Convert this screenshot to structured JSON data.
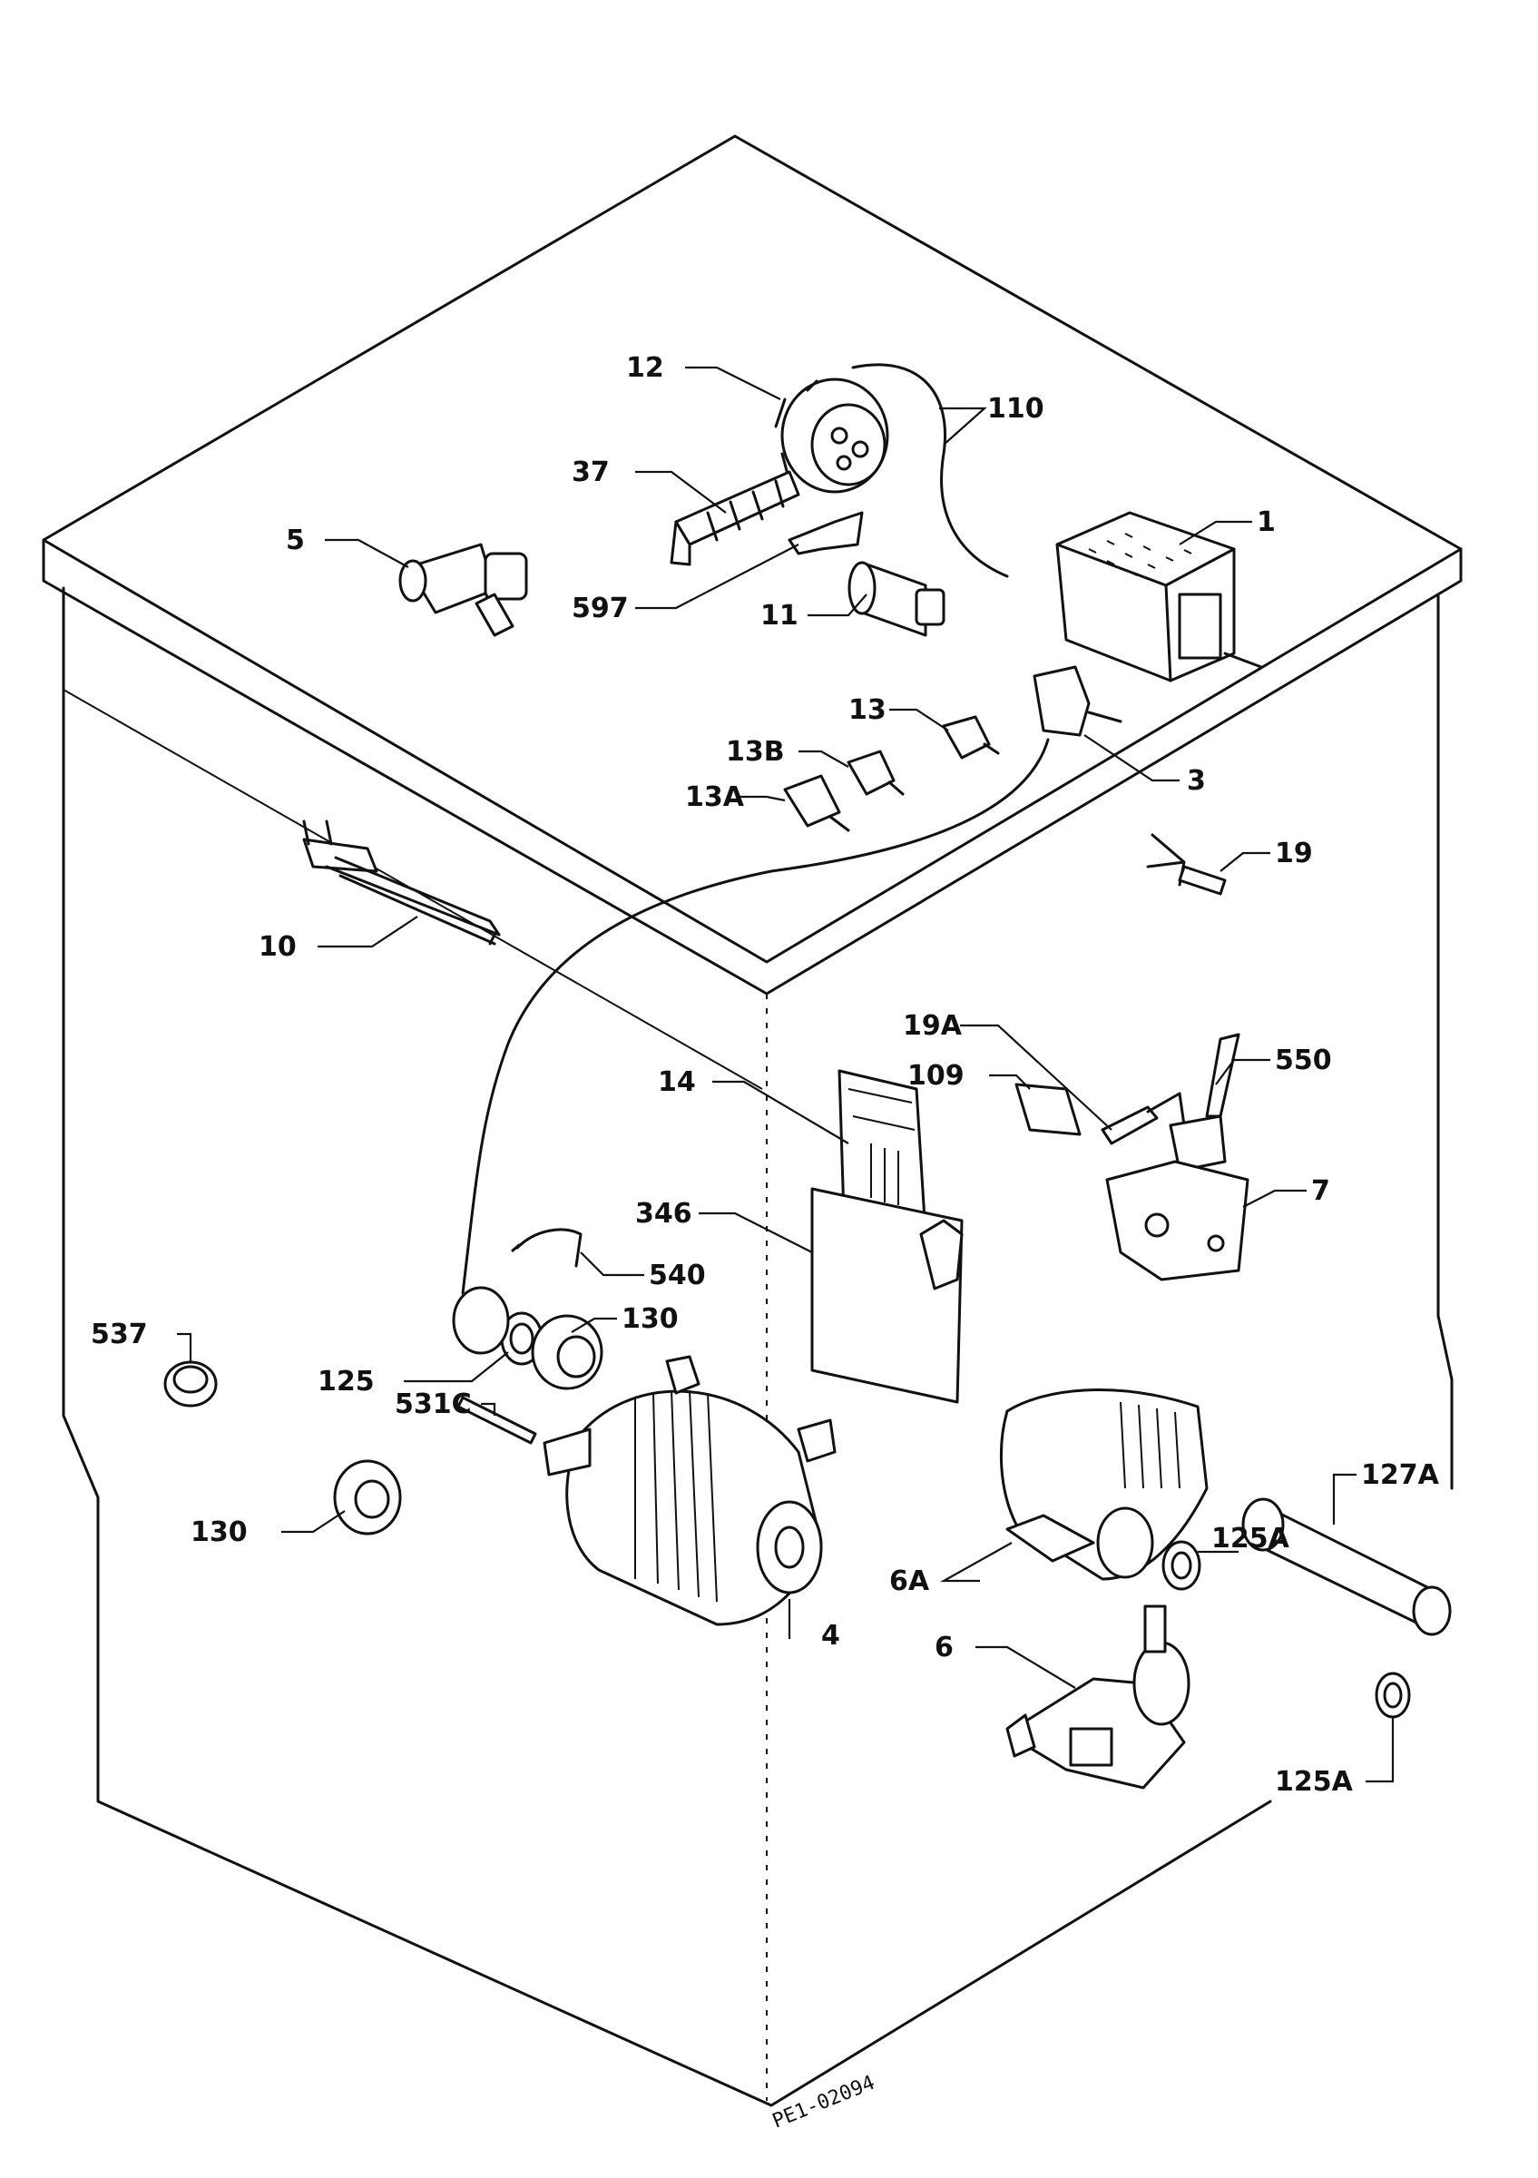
{
  "diagram": {
    "reference_code": "PE1-02094",
    "labels": {
      "l1": "1",
      "l3": "3",
      "l4": "4",
      "l5": "5",
      "l6": "6",
      "l6a": "6A",
      "l7": "7",
      "l10": "10",
      "l11": "11",
      "l12": "12",
      "l13": "13",
      "l13a": "13A",
      "l13b": "13B",
      "l14": "14",
      "l19": "19",
      "l19a": "19A",
      "l37": "37",
      "l109": "109",
      "l110": "110",
      "l125": "125",
      "l125a_1": "125A",
      "l125a_2": "125A",
      "l127a": "127A",
      "l130_1": "130",
      "l130_2": "130",
      "l346": "346",
      "l531c": "531C",
      "l537": "537",
      "l540": "540",
      "l550": "550",
      "l597": "597"
    }
  }
}
